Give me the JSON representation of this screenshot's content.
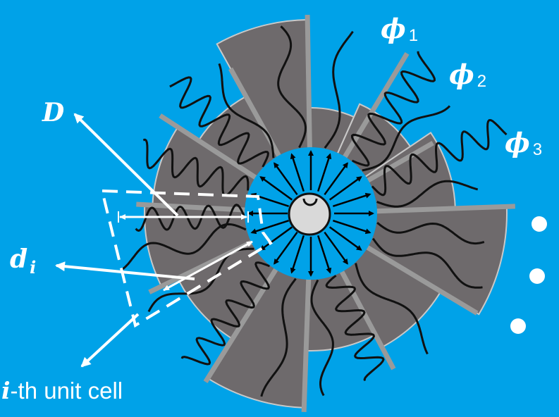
{
  "colors": {
    "background": "#00a2e8",
    "sector": "#6e6a6c",
    "sector_edge": "#c9c9c9",
    "wavy_line": "#111111",
    "label": "#ffffff",
    "center_ball": "#d9d9d9"
  },
  "labels": {
    "phi1_sym": "ϕ",
    "phi1_sub": "1",
    "phi2_sym": "ϕ",
    "phi2_sub": "2",
    "phi3_sym": "ϕ",
    "phi3_sub": "3",
    "d_outer": "D",
    "d_inner_sym": "d",
    "d_inner_sub": "i",
    "unit_cell_i": "i",
    "unit_cell_rest": "-th unit cell"
  },
  "icons": {
    "center": "rotor-hub-icon",
    "continuation": "ellipsis-dots-icon"
  }
}
